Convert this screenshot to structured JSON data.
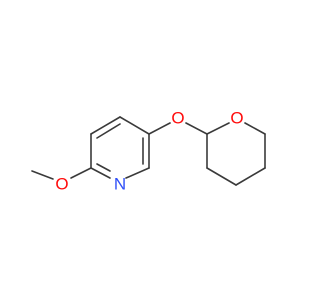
{
  "molecule": {
    "atoms": {
      "methoxy_oxygen": "O",
      "pyridine_nitrogen": "N",
      "ether_oxygen": "O",
      "ring_oxygen": "O"
    },
    "colors": {
      "bond": "#3a3a3a",
      "oxygen": "#ff0d0d",
      "nitrogen": "#3050f8"
    }
  }
}
